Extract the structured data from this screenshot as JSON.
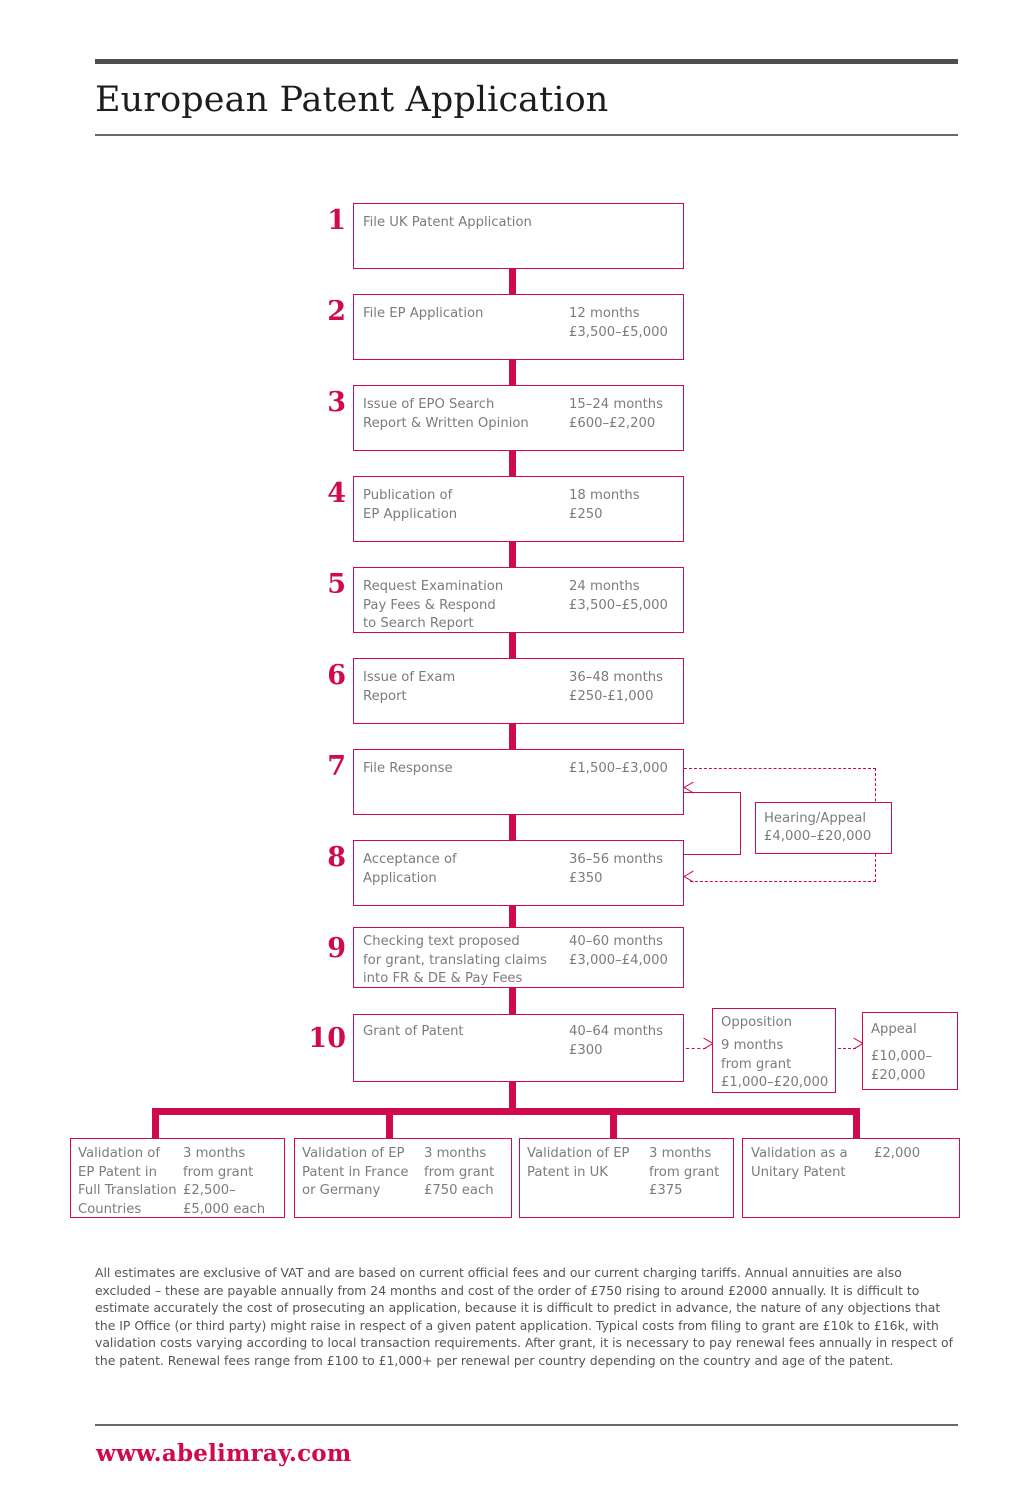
{
  "header": {
    "title": "European Patent Application"
  },
  "flow": {
    "steps": [
      {
        "number": "1",
        "label": "File UK Patent Application",
        "cost": ""
      },
      {
        "number": "2",
        "label": "File EP Application",
        "cost": "12 months\n£3,500–£5,000"
      },
      {
        "number": "3",
        "label": "Issue of EPO Search\nReport & Written Opinion",
        "cost": "15–24 months\n£600–£2,200"
      },
      {
        "number": "4",
        "label": "Publication of\nEP Application",
        "cost": "18 months\n£250"
      },
      {
        "number": "5",
        "label": "Request Examination\nPay Fees & Respond\nto Search Report",
        "cost": "24 months\n£3,500–£5,000"
      },
      {
        "number": "6",
        "label": "Issue of Exam\nReport",
        "cost": "36–48 months\n£250-£1,000"
      },
      {
        "number": "7",
        "label": "File Response",
        "cost": "£1,500–£3,000"
      },
      {
        "number": "8",
        "label": "Acceptance of\nApplication",
        "cost": "36–56 months\n£350"
      },
      {
        "number": "9",
        "label": "Checking text proposed\nfor grant, translating claims\ninto FR & DE & Pay Fees",
        "cost": "40–60 months\n£3,000–£4,000"
      },
      {
        "number": "10",
        "label": "Grant of Patent",
        "cost": "40–64 months\n£300"
      }
    ]
  },
  "side": {
    "hearing": {
      "label": "Hearing/Appeal",
      "cost": "£4,000–£20,000"
    },
    "opposition": {
      "label": "Opposition",
      "cost": "9 months\nfrom grant\n£1,000–£20,000"
    },
    "appeal": {
      "label": "Appeal",
      "cost": "£10,000–\n£20,000"
    }
  },
  "validation": [
    {
      "label": "Validation of\nEP Patent in\nFull Translation\nCountries",
      "cost": "3 months\nfrom grant\n£2,500–\n£5,000 each"
    },
    {
      "label": "Validation of EP\nPatent in France\nor Germany",
      "cost": "3 months\nfrom grant\n£750 each"
    },
    {
      "label": "Validation of EP\nPatent in UK",
      "cost": "3 months\nfrom grant\n£375"
    },
    {
      "label": "Validation as a\nUnitary Patent",
      "cost": "£2,000"
    }
  ],
  "footnote": {
    "text": "All estimates are exclusive of VAT and are based on current official fees and our current charging tariffs. Annual annuities are also excluded – these are payable annually from 24 months and cost of the order of £750 rising to around £2000 annually. It is difficult to estimate accurately the cost of prosecuting an application, because it is difficult to predict in advance, the nature of any objections that the IP Office (or third party) might raise in respect of a given patent application. Typical costs from filing to grant are £10k to £16k, with validation costs varying according to local transaction requirements. After grant, it is necessary to pay renewal fees annually in respect of the patent. Renewal fees range from £100 to £1,000+ per renewal per country depending on the country and age of the patent."
  },
  "footer": {
    "url": "www.abelimray.com"
  },
  "colors": {
    "crimson": "#cf0a4f",
    "text_grey": "#7c7c7c",
    "rule_dark": "#4f4f4f"
  }
}
